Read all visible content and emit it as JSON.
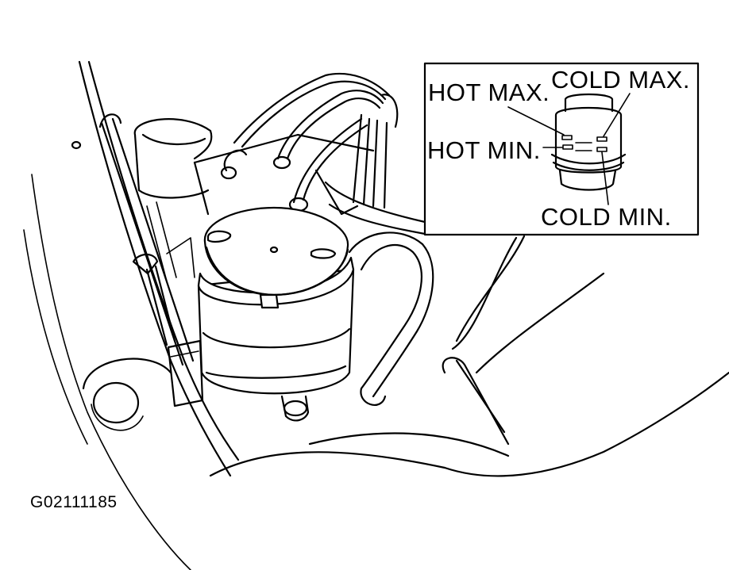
{
  "inset": {
    "labels": {
      "hot_max": "HOT MAX.",
      "cold_max": "COLD MAX.",
      "hot_min": "HOT MIN.",
      "cold_min": "COLD MIN."
    }
  },
  "figure_id": "G02111185"
}
